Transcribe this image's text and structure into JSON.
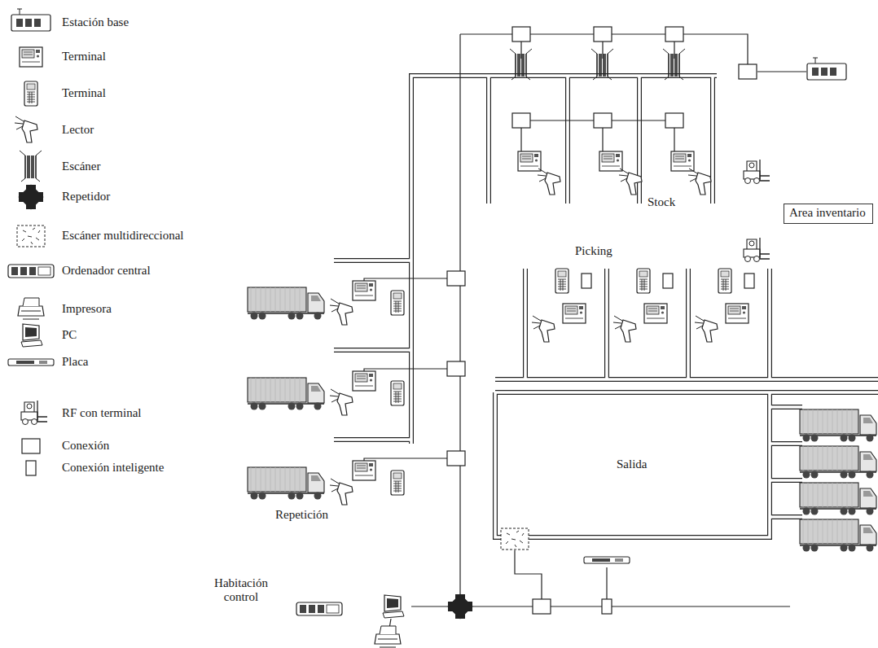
{
  "diagram": {
    "nodes": [
      {
        "text": [
          "Area inventario"
        ]
      }
    ],
    "labels": [
      "Stock",
      "Picking",
      "Salida",
      "Repetición",
      "Habitación control"
    ],
    "legend": [
      {
        "text": "Estación base"
      },
      {
        "text": "Terminal"
      },
      {
        "text": "Terminal"
      },
      {
        "text": "Lector"
      },
      {
        "text": "Escáner"
      },
      {
        "text": "Repetidor"
      },
      {
        "text": "Escáner multidireccional"
      },
      {
        "text": "Ordenador central"
      },
      {
        "text": "Impresora"
      },
      {
        "text": "PC"
      },
      {
        "text": "Placa"
      },
      {
        "text": "RF con terminal"
      },
      {
        "text": "Conexión"
      },
      {
        "text": "Conexión inteligente"
      }
    ]
  }
}
